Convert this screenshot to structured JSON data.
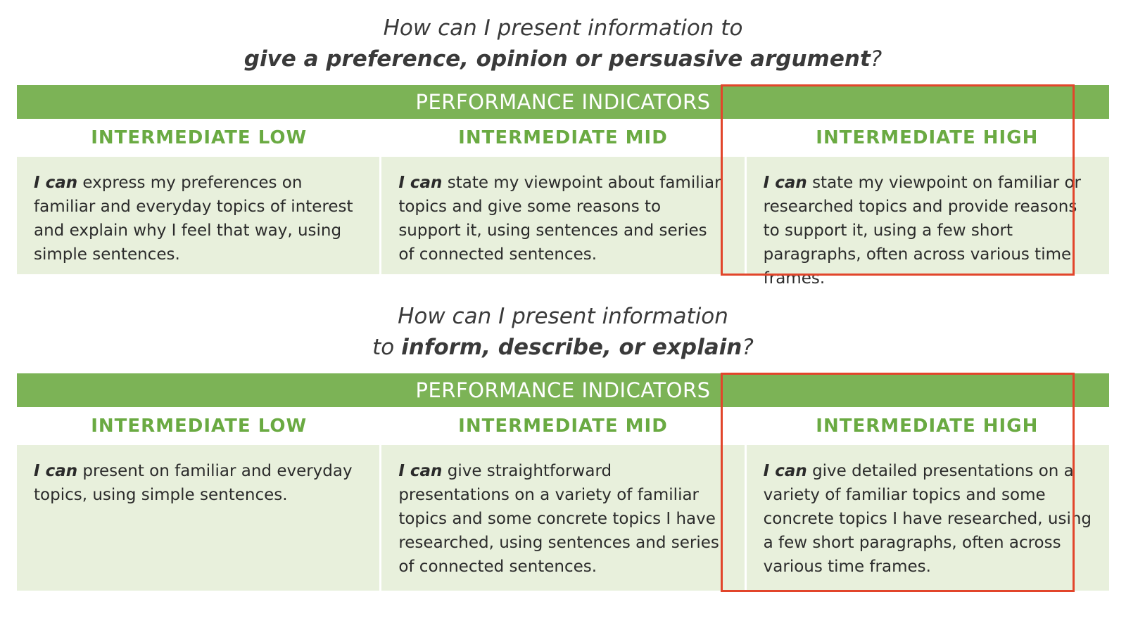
{
  "sections": [
    {
      "question_line1": "How can I present information to",
      "question_line2_prefix": "",
      "question_line2_bold": "give a preference, opinion or persuasive argument",
      "question_line2_suffix": "?",
      "performance_label": "PERFORMANCE INDICATORS",
      "levels": [
        "INTERMEDIATE LOW",
        "INTERMEDIATE MID",
        "INTERMEDIATE HIGH"
      ],
      "ican": "I can",
      "statements": [
        "express my preferences on familiar and everyday topics of interest and explain why I feel that way, using simple sentences.",
        "state my viewpoint about familiar topics and give some reasons to support it, using sentences and series of connected sentences.",
        "state my viewpoint on familiar or researched topics and provide reasons to support it, using a few short paragraphs, often across various time frames."
      ],
      "highlighted_level": "INTERMEDIATE HIGH"
    },
    {
      "question_line1": "How can I present information",
      "question_line2_prefix": "to ",
      "question_line2_bold": "inform, describe, or explain",
      "question_line2_suffix": "?",
      "performance_label": "PERFORMANCE INDICATORS",
      "levels": [
        "INTERMEDIATE LOW",
        "INTERMEDIATE MID",
        "INTERMEDIATE HIGH"
      ],
      "ican": "I can",
      "statements": [
        "present on familiar and everyday topics, using simple sentences.",
        "give straightforward presentations on a variety of familiar topics and some concrete topics I have researched, using sentences and series of connected sentences.",
        "give detailed presentations on a variety of familiar topics and some concrete topics I have researched, using a few short paragraphs, often across various time frames."
      ],
      "highlighted_level": "INTERMEDIATE HIGH"
    }
  ],
  "colors": {
    "green_bar": "#7cb356",
    "green_text": "#6aaa42",
    "cell_bg": "#e8f0dc",
    "highlight_border": "#e2452b"
  }
}
